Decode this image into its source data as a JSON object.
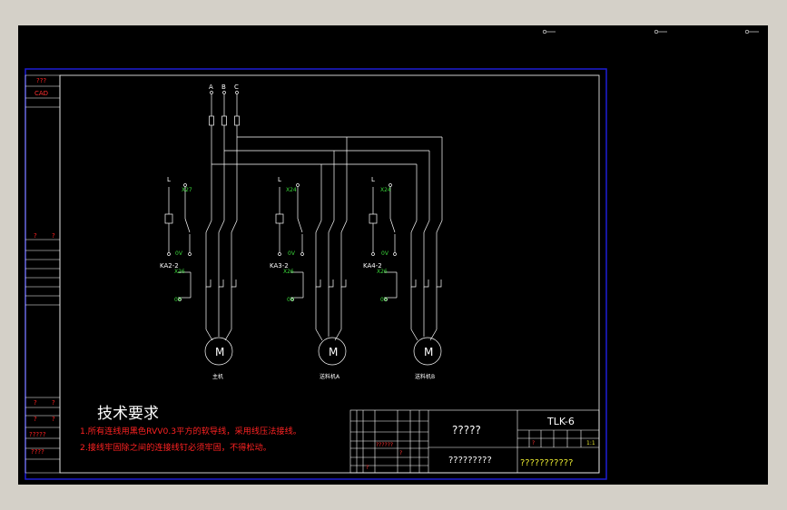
{
  "viewport": {
    "background": "#000000"
  },
  "colors": {
    "line": "#ffffff",
    "sheet_border": "#1d1dd6",
    "sidebar_red": "#ff2020",
    "title_block_red": "#ff3030",
    "green": "#39d839",
    "yellow": "#e8e830",
    "notes_red": "#ff2222"
  },
  "sidebar": {
    "code": "???",
    "cad": "CAD",
    "mid_a": "?",
    "mid_b": "?",
    "bottom_a": "?",
    "bottom_b": "?",
    "bottom_c": "?",
    "bottom_d": "?",
    "bottom_e": "?????",
    "bottom_f": "????"
  },
  "phases": [
    "A",
    "B",
    "C"
  ],
  "circuits": [
    {
      "L": "L",
      "top": "X27",
      "ov": "0V",
      "relay": "KA2-2",
      "relay_sub": "X26",
      "ov2": "0V",
      "motor_label": "M",
      "caption": "主机"
    },
    {
      "L": "L",
      "top": "X24",
      "ov": "0V",
      "relay": "KA3-2",
      "relay_sub": "X26",
      "ov2": "0V",
      "motor_label": "M",
      "caption": "送料机A"
    },
    {
      "L": "L",
      "top": "X24",
      "ov": "0V",
      "relay": "KA4-2",
      "relay_sub": "X26",
      "ov2": "0V",
      "motor_label": "M",
      "caption": "送料机B"
    }
  ],
  "notes": {
    "title": "技术要求",
    "line1": "1.所有连线用黑色RVV0.3平方的软导线，采用线压法接线。",
    "line2": "2.接线牢固除之间的连接线钉必须牢固，不得松动。"
  },
  "title_block": {
    "name": "?????",
    "drawing_no": "TLK-6",
    "company": "?????????",
    "bottom": "???????????",
    "scale": "1:1",
    "small_q": "?",
    "row_q": "??????",
    "small_a": "?",
    "small_b": "?"
  }
}
